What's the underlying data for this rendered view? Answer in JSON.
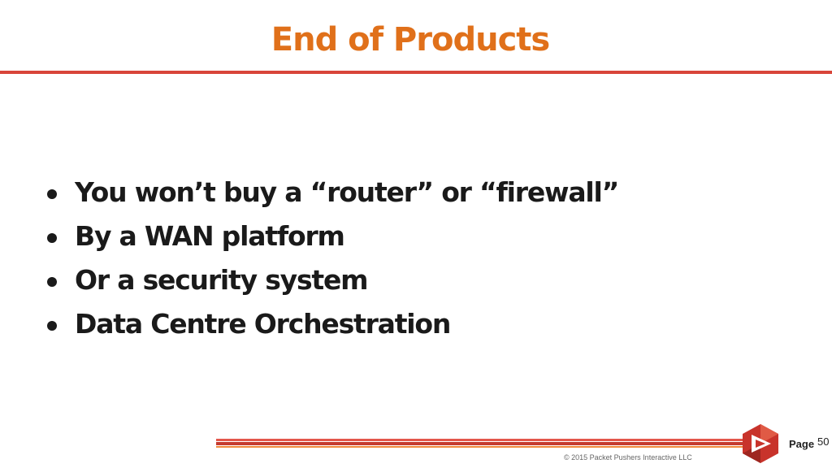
{
  "slide": {
    "title": "End of Products",
    "bullets": [
      "You won’t buy a “router” or “firewall”",
      "By a WAN platform",
      "Or a security system",
      "Data Centre Orchestration"
    ]
  },
  "footer": {
    "page_label": "Page",
    "page_number": "50",
    "copyright": "© 2015 Packet Pushers Interactive LLC",
    "logo_icon": "packet-pushers-logo-icon"
  },
  "colors": {
    "title": "#e0701a",
    "rule": "#d8453a",
    "text": "#1a1a1a",
    "logo_red": "#c8332b"
  }
}
